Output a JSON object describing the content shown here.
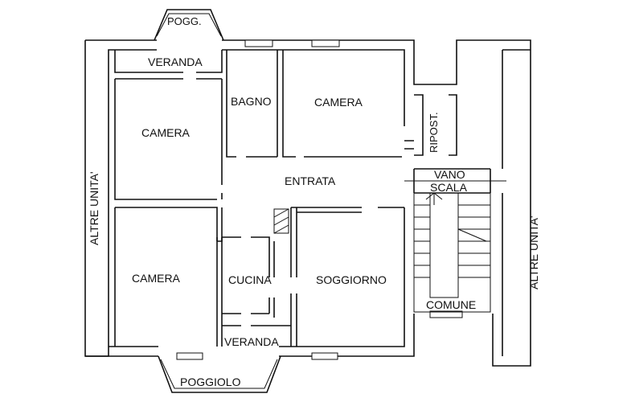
{
  "rooms": {
    "pogg_top": "POGG.",
    "veranda_top": "VERANDA",
    "bagno": "BAGNO",
    "camera_top_right": "CAMERA",
    "camera_top_left": "CAMERA",
    "ripost": "RIPOST.",
    "entrata": "ENTRATA",
    "vano": "VANO",
    "scala": "SCALA",
    "camera_bottom_left": "CAMERA",
    "cucina": "CUCINA",
    "soggiorno": "SOGGIORNO",
    "comune": "COMUNE",
    "veranda_bottom": "VERANDA",
    "poggiolo": "POGGIOLO"
  },
  "side_labels": {
    "left": "ALTRE UNITA'",
    "right": "ALTRE UNITA'"
  }
}
